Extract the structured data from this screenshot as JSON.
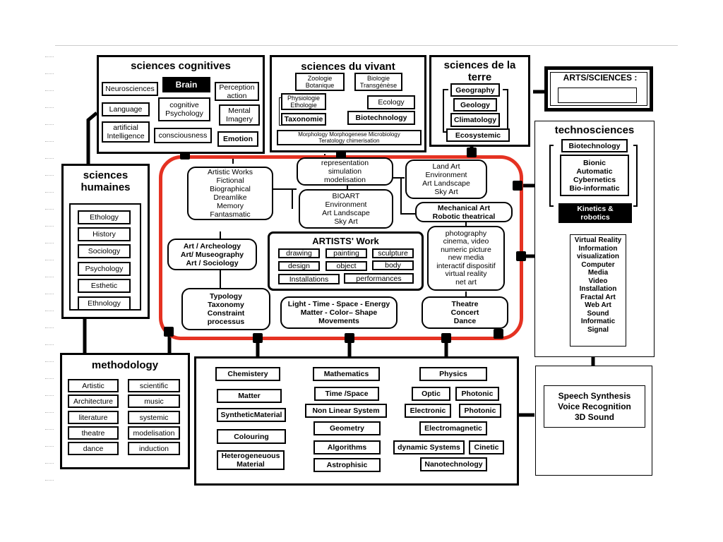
{
  "cognitive": {
    "title": "sciences cognitives",
    "brain": "Brain",
    "neurosciences": "Neurosciences",
    "perception": "Perception\naction",
    "language": "Language",
    "cognitive_psychology": "cognitive\nPsychology",
    "mental_imagery": "Mental\nImagery",
    "ai": "artificial\nIntelligence",
    "consciousness": "consciousness",
    "emotion": "Emotion"
  },
  "vivant": {
    "title": "sciences du vivant",
    "zoologie": "Zoologie\nBotanique",
    "biologie": "Biologie\nTransgénèse",
    "physiologie": "Physiologie\nEthologie",
    "ecology": "Ecology",
    "taxonomie": "Taxonomie",
    "biotechnology": "Biotechnology",
    "morphology": "Morphology Morphogenese Microbiology\nTeratology chimerisation"
  },
  "terre": {
    "title": "sciences de la\nterre",
    "geography": "Geography",
    "geology": "Geology",
    "climatology": "Climatology",
    "ecosystemic": "Ecosystemic"
  },
  "arts_sciences": {
    "label": "ARTS/SCIENCES :"
  },
  "technosciences": {
    "title": "technosciences",
    "biotechnology": "Biotechnology",
    "bionic": "Bionic\nAutomatic\nCybernetics\nBio-informatic",
    "kinetics": "Kinetics &\nrobotics",
    "list": "Virtual Reality\nInformation\nvisualization\nComputer\nMedia\nVideo\nInstallation\nFractal Art\nWeb Art\nSound\nInformatic\nSignal"
  },
  "speech": {
    "text": "Speech Synthesis\nVoice Recognition\n3D Sound"
  },
  "humaines": {
    "title": "sciences\nhumaines",
    "items": [
      "Ethology",
      "History",
      "Sociology",
      "Psychology",
      "Esthetic",
      "Ethnology"
    ]
  },
  "center": {
    "artistic_works": "Artistic Works\nFictional\nBiographical\nDreamlike\nMemory\nFantasmatic",
    "representation": "representation\nsimulation\nmodelisation",
    "bioart": "BIOART\nEnvironment\nArt Landscape\nSky Art",
    "land_art": "Land Art\nEnvironment\nArt Landscape\nSky Art",
    "mechanical": "Mechanical Art\nRobotic  theatrical",
    "archeology": "Art / Archeology\nArt/ Museography\nArt / Sociology",
    "photography": "photography\ncinema, video\nnumeric picture\nnew media\ninteractif dispositif\nvirtual reality\nnet art",
    "typology": "Typology\nTaxonomy\nConstraint\nprocessus",
    "light": "Light  - Time - Space - Energy\nMatter - Color– Shape\nMovements",
    "theatre": "Theatre\nConcert\nDance",
    "artists_work": {
      "title": "ARTISTS' Work",
      "drawing": "drawing",
      "painting": "painting",
      "sculpture": "sculpture",
      "design": "design",
      "object": "object",
      "body": "body",
      "installations": "Installations",
      "performances": "performances"
    }
  },
  "methodology": {
    "title": "methodology",
    "left": [
      "Artistic",
      "Architecture",
      "literature",
      "theatre",
      "dance"
    ],
    "right": [
      "scientific",
      "music",
      "systemic",
      "modelisation",
      "induction"
    ]
  },
  "bottom": {
    "chemistry": "Chemistery",
    "matter": "Matter",
    "synthetic": "SyntheticMaterial",
    "colouring": "Colouring",
    "heterogeneous": "Heterogeneuous\nMaterial",
    "mathematics": "Mathematics",
    "timespace": "Time /Space",
    "nonlinear": "Non Linear System",
    "geometry": "Geometry",
    "algorithms": "Algorithms",
    "astrophysic": "Astrophisic",
    "physics": "Physics",
    "optic": "Optic",
    "photonic1": "Photonic",
    "electronic": "Electronic",
    "photonic2": "Photonic",
    "electromagnetic": "Electromagnetic",
    "dynamic": "dynamic Systems",
    "cinetic": "Cinetic",
    "nanotech": "Nanotechnology"
  }
}
